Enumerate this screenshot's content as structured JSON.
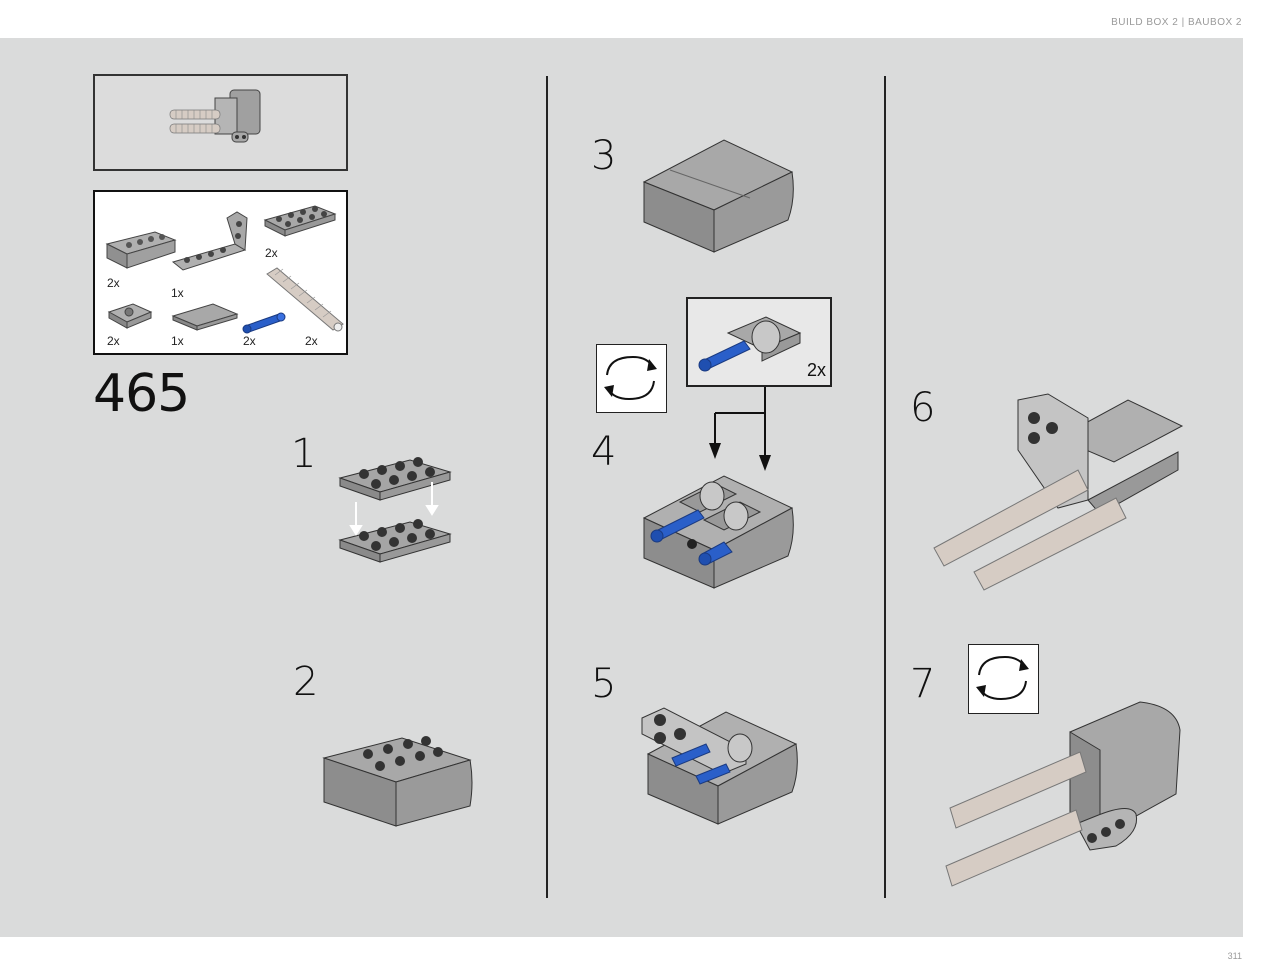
{
  "header": {
    "title": "BUILD BOX 2 | BAUBOX 2"
  },
  "page_number": "311",
  "set_number": "465",
  "parts_list": {
    "quantities": [
      "2x",
      "1x",
      "2x",
      "2x",
      "1x",
      "2x",
      "2x"
    ]
  },
  "steps": [
    {
      "number": "1"
    },
    {
      "number": "2"
    },
    {
      "number": "3"
    },
    {
      "number": "4",
      "callout_qty": "2x"
    },
    {
      "number": "5"
    },
    {
      "number": "6"
    },
    {
      "number": "7"
    }
  ],
  "icons": [
    "rotate-model-icon"
  ],
  "colors": {
    "background_panel": "#dadbdb",
    "brick_gray": "#9a9a9a",
    "pin_blue": "#2a5fc9",
    "axle_tan": "#d6ccc4"
  }
}
